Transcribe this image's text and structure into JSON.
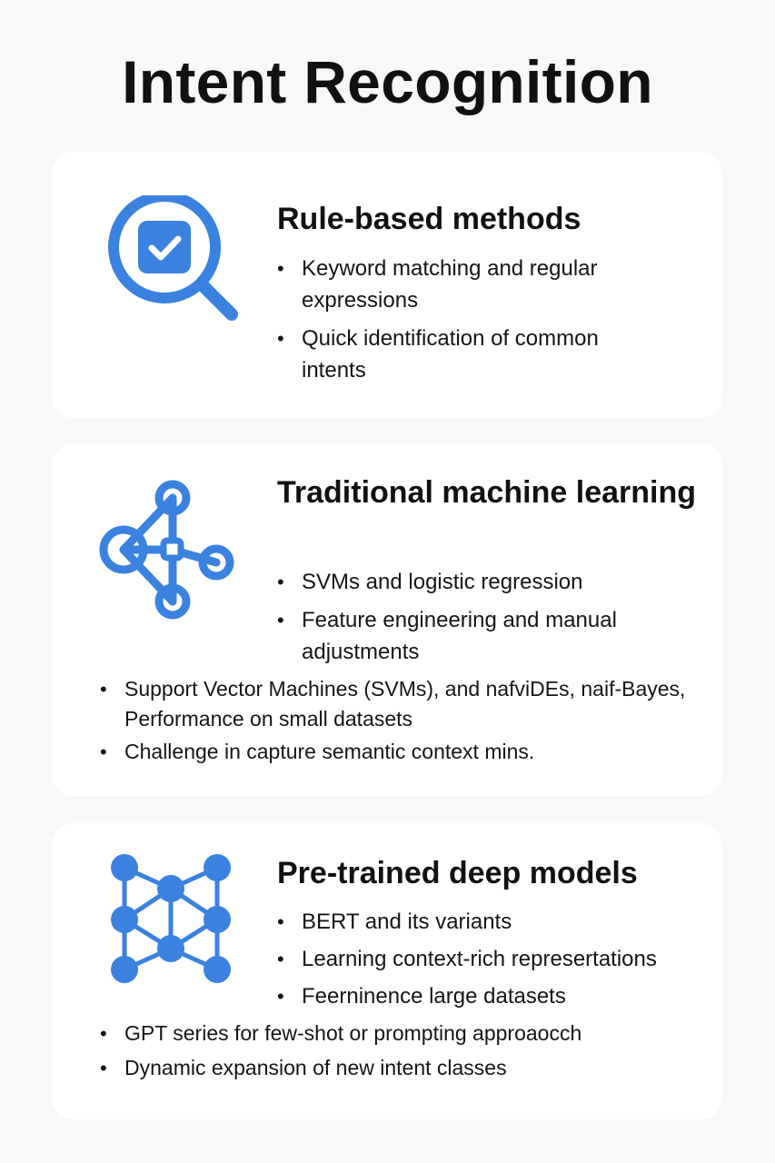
{
  "title": "Intent Recognition",
  "colors": {
    "accent": "#3b82e0",
    "background": "#f8f8f6",
    "card": "#ffffff",
    "text": "#111111"
  },
  "sections": [
    {
      "icon": "magnifier-check-icon",
      "heading": "Rule-based methods",
      "bullets": [
        "Keyword matching and regular expressions",
        "Quick identification of common intents"
      ],
      "extra_bullets": []
    },
    {
      "icon": "network-graph-icon",
      "heading": "Traditional machine learning",
      "bullets": [
        "SVMs and logistic regression",
        "Feature engineering and manual adjustments"
      ],
      "extra_bullets": [
        "Support Vector Machines (SVMs), and nafviDEs, naif-Bayes, Performance on small datasets",
        "Challenge in capture semantic context mins."
      ]
    },
    {
      "icon": "neural-network-icon",
      "heading": "Pre-trained deep models",
      "bullets": [
        "BERT and its variants",
        "Learning context-rich represertations",
        "Feerninence large datasets"
      ],
      "extra_bullets": [
        "GPT series for few-shot or prompting approaocch",
        "Dynamic expansion of new intent classes"
      ]
    }
  ]
}
